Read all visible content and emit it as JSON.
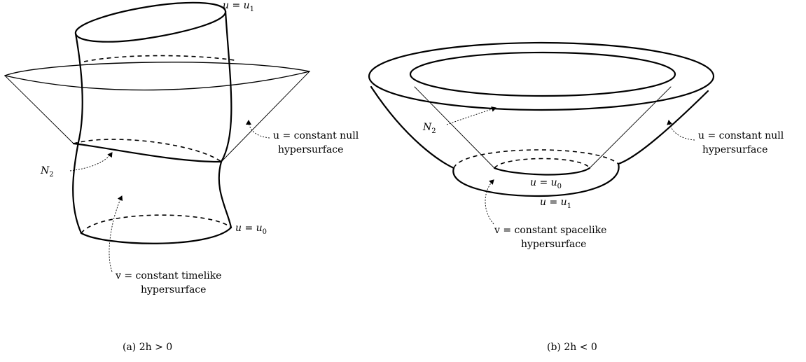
{
  "panel_a": {
    "label_u1": "u = u",
    "label_u1_sub": "1",
    "label_u0": "u = u",
    "label_u0_sub": "0",
    "label_N2": "N",
    "label_N2_sub": "2",
    "null_line1": "u = constant null",
    "null_line2": "hypersurface",
    "timelike_line1": "v = constant timelike",
    "timelike_line2": "hypersurface",
    "caption": "(a) 2h > 0"
  },
  "panel_b": {
    "label_N2": "N",
    "label_N2_sub": "2",
    "label_u0": "u = u",
    "label_u0_sub": "0",
    "label_u1": "u = u",
    "label_u1_sub": "1",
    "null_line1": "u = constant null",
    "null_line2": "hypersurface",
    "spacelike_line1": "v = constant spacelike",
    "spacelike_line2": "hypersurface",
    "caption": "(b) 2h < 0"
  }
}
